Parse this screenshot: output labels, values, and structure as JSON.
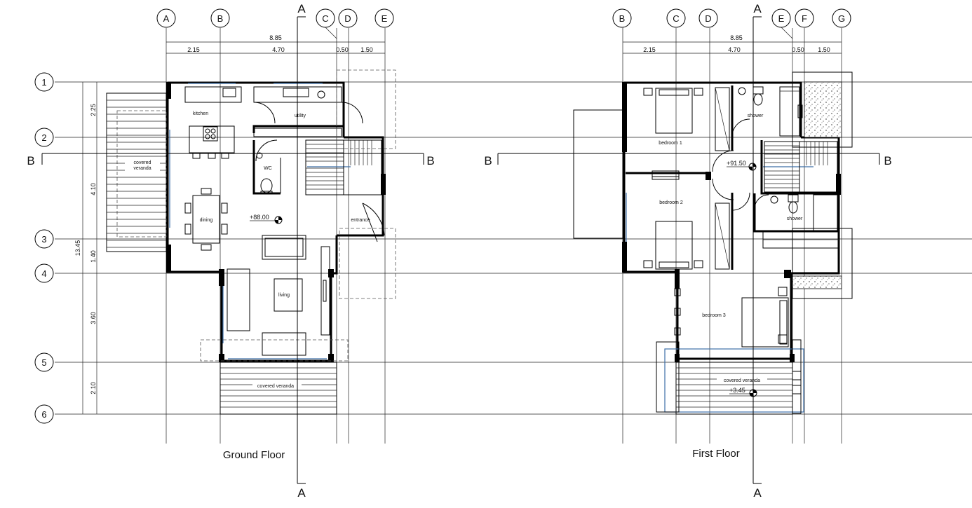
{
  "grid_columns": {
    "ground": [
      "A",
      "B",
      "C",
      "D",
      "E"
    ],
    "first": [
      "B",
      "C",
      "D",
      "E",
      "F",
      "G"
    ]
  },
  "grid_rows": [
    "1",
    "2",
    "3",
    "4",
    "5",
    "6"
  ],
  "section_marks": {
    "a": "A",
    "b": "B"
  },
  "dimensions": {
    "ground_total": "8.85",
    "ground_parts": [
      "2.15",
      "4.70",
      "0.50",
      "1.50"
    ],
    "first_total": "8.85",
    "first_parts": [
      "2.15",
      "4.70",
      "0.50",
      "1.50"
    ],
    "vertical_total": "13.45",
    "vertical_parts": [
      "2.25",
      "4.10",
      "1.40",
      "3.60",
      "2.10"
    ]
  },
  "ground_floor": {
    "title": "Ground Floor",
    "rooms": {
      "kitchen": "kitchen",
      "utility": "utility",
      "veranda_side_line1": "covered",
      "veranda_side_line2": "veranda",
      "wc": "WC",
      "dining": "dining",
      "entrance": "entrance",
      "living": "living",
      "veranda_front": "covered veranda"
    },
    "level": "+88.00"
  },
  "first_floor": {
    "title": "First Floor",
    "rooms": {
      "bedroom1": "bedroom 1",
      "shower1": "shower",
      "bedroom2": "bedroom 2",
      "shower2": "shower",
      "bedroom3": "bedroom 3",
      "veranda": "covered veranda"
    },
    "level": "+91.50",
    "veranda_level": "+3.45"
  },
  "colors": {
    "line": "#000000",
    "glazing": "#3d6fa8",
    "dashed": "#555555"
  }
}
